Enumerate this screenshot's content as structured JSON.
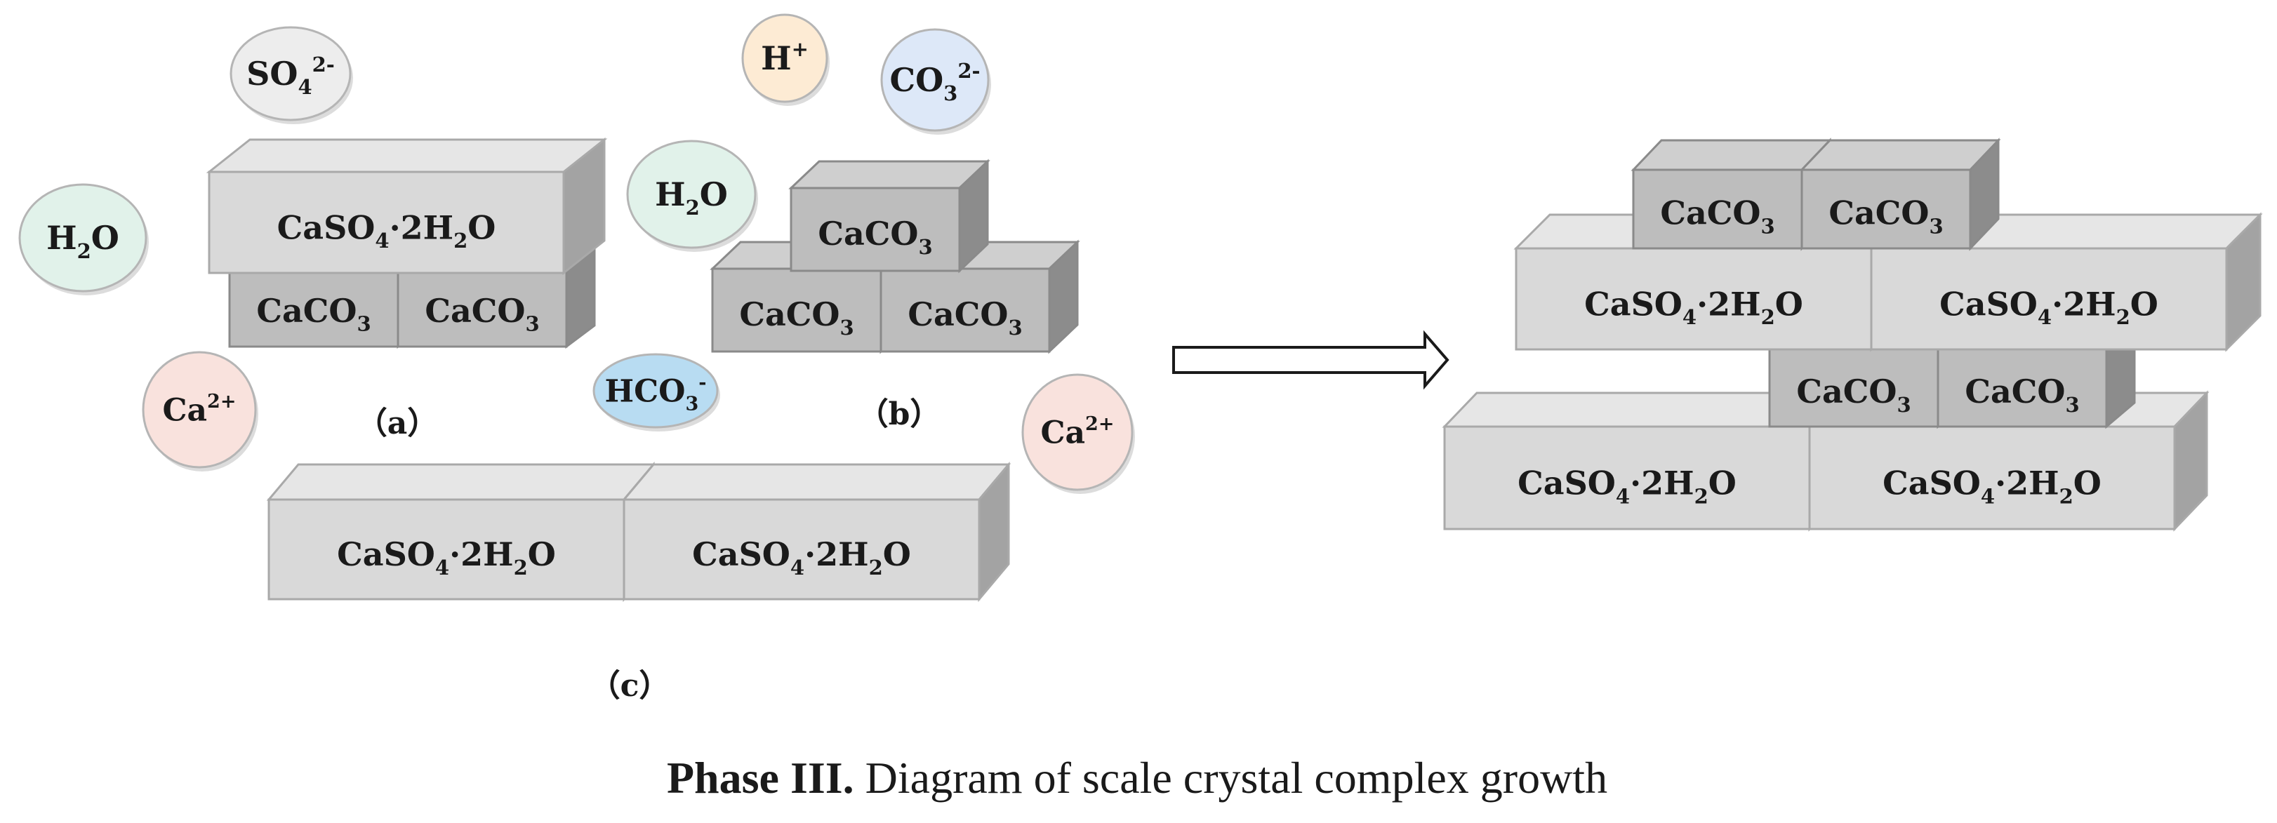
{
  "ions": {
    "so4": {
      "base": "SO",
      "sub": "4",
      "sup": "2-",
      "color": "#ededed"
    },
    "h2o_left": {
      "base": "H",
      "sub": "2",
      "tail": "O",
      "color": "#e1f2ea"
    },
    "ca_left": {
      "base": "Ca",
      "sup": "2+",
      "color": "#f9e2dd"
    },
    "hplus": {
      "base": "H",
      "sup": "+",
      "color": "#fdebd4"
    },
    "co3": {
      "base": "CO",
      "sub": "3",
      "sup": "2-",
      "color": "#dde8f8"
    },
    "h2o_mid": {
      "base": "H",
      "sub": "2",
      "tail": "O",
      "color": "#e1f2ea"
    },
    "hco3": {
      "base": "HCO",
      "sub": "3",
      "sup": "-",
      "color": "#b8dcf2"
    },
    "ca_right": {
      "base": "Ca",
      "sup": "2+",
      "color": "#f9e2dd"
    }
  },
  "labels": {
    "a": "（a）",
    "b": "（b）",
    "c": "（c）"
  },
  "blocks": {
    "caso4": {
      "parts": [
        "CaSO",
        "4",
        "·2H",
        "2",
        "O"
      ]
    },
    "caco3": {
      "parts": [
        "CaCO",
        "3"
      ]
    }
  },
  "caption": {
    "bold": "Phase III.",
    "text": " Diagram of scale crystal complex growth"
  }
}
